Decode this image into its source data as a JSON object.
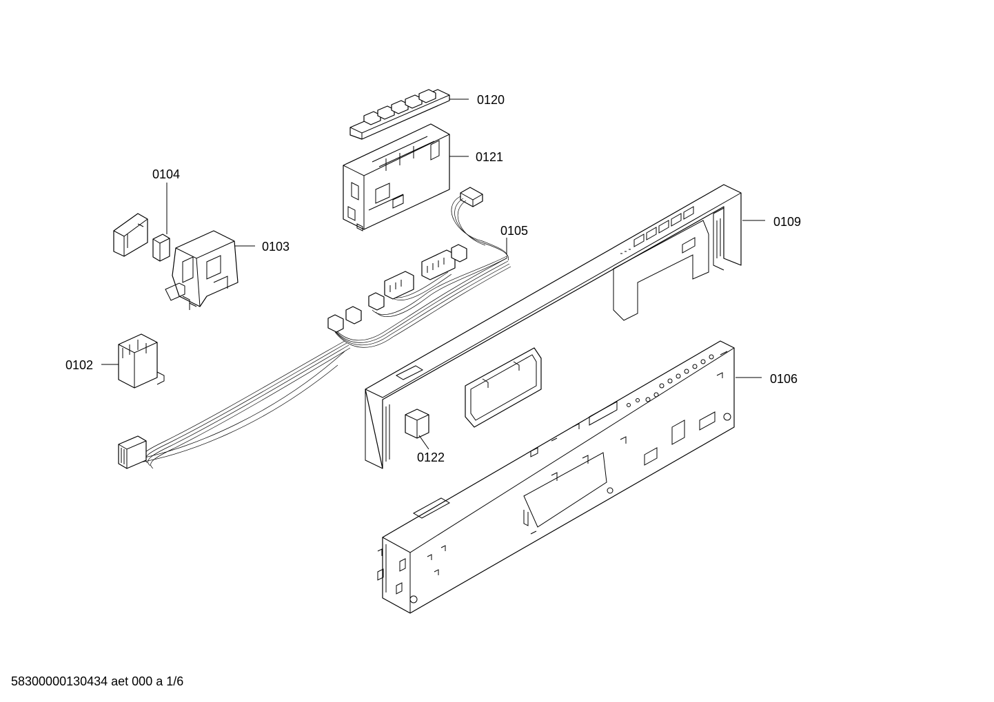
{
  "parts": [
    {
      "id": "p120",
      "label": "0120"
    },
    {
      "id": "p121",
      "label": "0121"
    },
    {
      "id": "p104",
      "label": "0104"
    },
    {
      "id": "p103",
      "label": "0103"
    },
    {
      "id": "p105",
      "label": "0105"
    },
    {
      "id": "p109",
      "label": "0109"
    },
    {
      "id": "p102",
      "label": "0102"
    },
    {
      "id": "p106",
      "label": "0106"
    },
    {
      "id": "p122",
      "label": "0122"
    }
  ],
  "footer": "58300000130434 aet 000 a 1/6"
}
